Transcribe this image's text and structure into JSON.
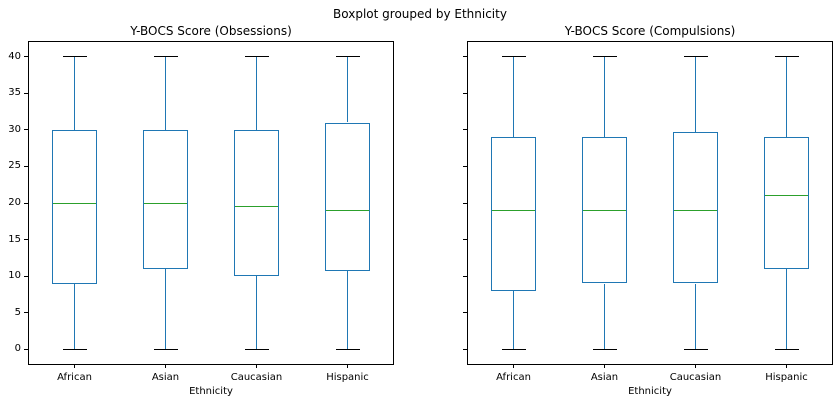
{
  "page": {
    "suptitle": "Boxplot grouped by Ethnicity"
  },
  "colors": {
    "box": "#1f77b4",
    "whisker": "#1f77b4",
    "median": "#2ca02c",
    "cap": "#000000",
    "axis": "#000000"
  },
  "chart_data": [
    {
      "type": "boxplot",
      "title": "Y-BOCS Score (Obsessions)",
      "xlabel": "Ethnicity",
      "categories": [
        "African",
        "Asian",
        "Caucasian",
        "Hispanic"
      ],
      "ylim": [
        -2,
        42
      ],
      "yticks": [
        0,
        5,
        10,
        15,
        20,
        25,
        30,
        35,
        40
      ],
      "ytick_labels_visible": true,
      "grid": false,
      "boxes": [
        {
          "category": "African",
          "whislo": 0,
          "q1": 8.9,
          "median": 20,
          "q3": 30,
          "whishi": 40
        },
        {
          "category": "Asian",
          "whislo": 0,
          "q1": 11,
          "median": 20,
          "q3": 30,
          "whishi": 40
        },
        {
          "category": "Caucasian",
          "whislo": 0,
          "q1": 10,
          "median": 19.5,
          "q3": 30,
          "whishi": 40
        },
        {
          "category": "Hispanic",
          "whislo": 0,
          "q1": 10.75,
          "median": 19,
          "q3": 31,
          "whishi": 40
        }
      ]
    },
    {
      "type": "boxplot",
      "title": "Y-BOCS Score (Compulsions)",
      "xlabel": "Ethnicity",
      "categories": [
        "African",
        "Asian",
        "Caucasian",
        "Hispanic"
      ],
      "ylim": [
        -2,
        42
      ],
      "yticks": [
        0,
        5,
        10,
        15,
        20,
        25,
        30,
        35,
        40
      ],
      "ytick_labels_visible": false,
      "grid": false,
      "boxes": [
        {
          "category": "African",
          "whislo": 0,
          "q1": 8,
          "median": 19,
          "q3": 29,
          "whishi": 40
        },
        {
          "category": "Asian",
          "whislo": 0,
          "q1": 9,
          "median": 19,
          "q3": 29,
          "whishi": 40
        },
        {
          "category": "Caucasian",
          "whislo": 0,
          "q1": 9,
          "median": 19,
          "q3": 29.75,
          "whishi": 40
        },
        {
          "category": "Hispanic",
          "whislo": 0,
          "q1": 11,
          "median": 21,
          "q3": 29,
          "whishi": 40
        }
      ]
    }
  ]
}
